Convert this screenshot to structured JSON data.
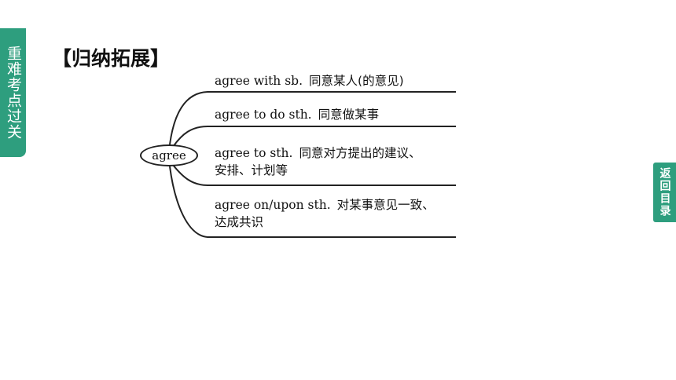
{
  "sidebar": {
    "section_label": "重难考点过关"
  },
  "nav": {
    "return_label": "返回目录"
  },
  "section_title": "【归纳拓展】",
  "mindmap": {
    "center": "agree",
    "branches": [
      {
        "en": "agree with sb.",
        "cn": "同意某人(的意见)",
        "cn2": ""
      },
      {
        "en": "agree to do sth.",
        "cn": "同意做某事",
        "cn2": ""
      },
      {
        "en": "agree to sth.",
        "cn": "同意对方提出的建议、",
        "cn2": "安排、计划等"
      },
      {
        "en": "agree on/upon sth.",
        "cn": "对某事意见一致、",
        "cn2": "达成共识"
      }
    ]
  }
}
